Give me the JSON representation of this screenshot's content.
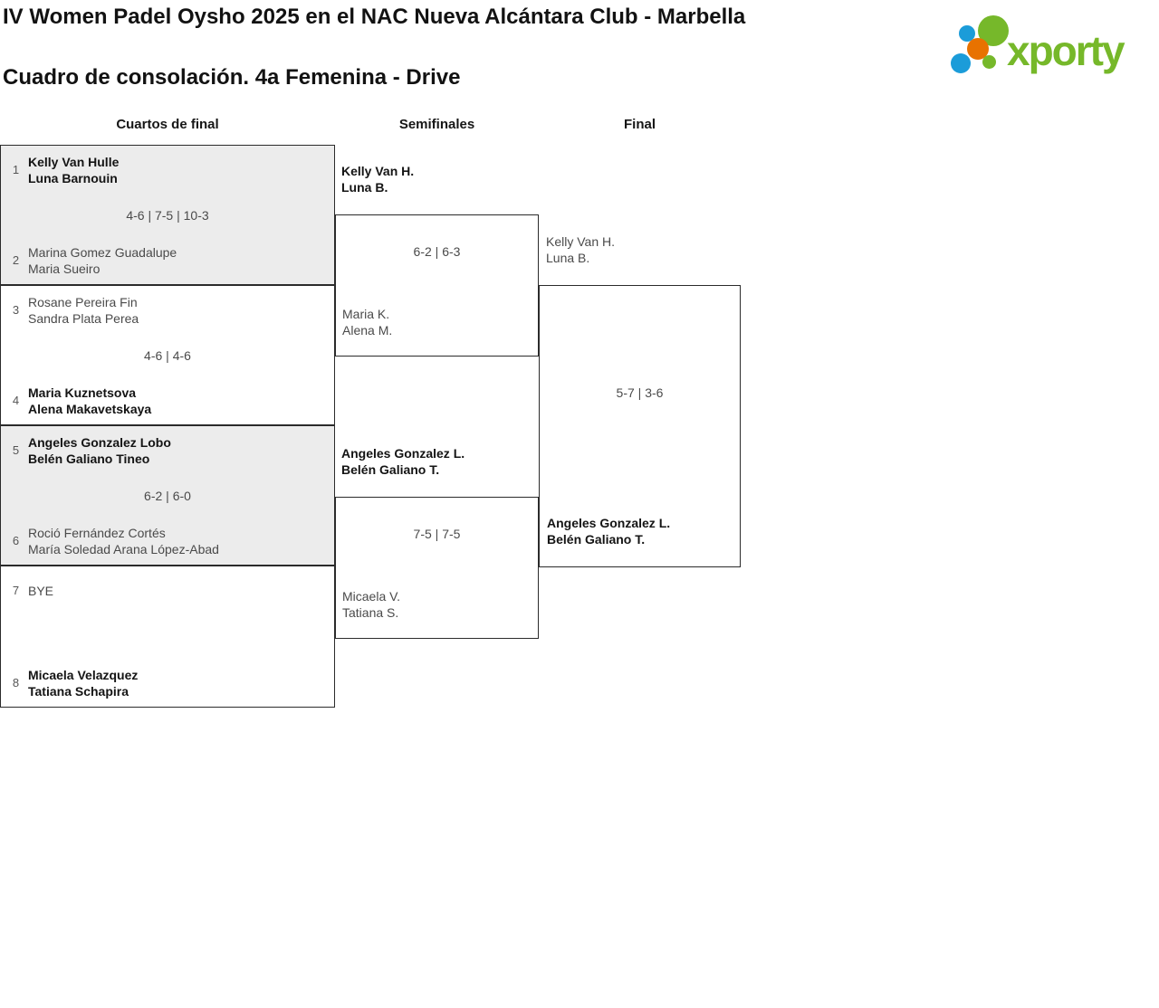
{
  "header": {
    "title": "IV Women Padel Oysho 2025 en el NAC Nueva Alcántara Club - Marbella",
    "subtitle": "Cuadro de consolación. 4a Femenina - Drive",
    "logo": {
      "text": "xporty",
      "brand_green": "#76b82a",
      "brand_blue": "#1b9cd9",
      "brand_orange": "#e87200"
    }
  },
  "rounds": {
    "quarterfinals": "Cuartos de final",
    "semifinals": "Semifinales",
    "final": "Final"
  },
  "bracket": {
    "quarterfinals": [
      {
        "seed_top": "1",
        "top": [
          "Kelly Van Hulle",
          "Luna Barnouin"
        ],
        "top_winner": true,
        "score": "4-6 | 7-5 | 10-3",
        "seed_bottom": "2",
        "bottom": [
          "Marina Gomez Guadalupe",
          "Maria Sueiro"
        ],
        "bottom_winner": false
      },
      {
        "seed_top": "3",
        "top": [
          "Rosane Pereira Fin",
          "Sandra Plata Perea"
        ],
        "top_winner": false,
        "score": "4-6 | 4-6",
        "seed_bottom": "4",
        "bottom": [
          "Maria Kuznetsova",
          "Alena Makavetskaya"
        ],
        "bottom_winner": true
      },
      {
        "seed_top": "5",
        "top": [
          "Angeles Gonzalez Lobo",
          "Belén Galiano Tineo"
        ],
        "top_winner": true,
        "score": "6-2 | 6-0",
        "seed_bottom": "6",
        "bottom": [
          "Roció Fernández Cortés",
          "María Soledad Arana López-Abad"
        ],
        "bottom_winner": false
      },
      {
        "seed_top": "7",
        "top": [
          "BYE"
        ],
        "top_winner": false,
        "score": "",
        "seed_bottom": "8",
        "bottom": [
          "Micaela Velazquez",
          "Tatiana Schapira"
        ],
        "bottom_winner": true
      }
    ],
    "semifinals": [
      {
        "top": [
          "Kelly Van H.",
          "Luna B."
        ],
        "top_winner": true,
        "score": "6-2 | 6-3",
        "bottom": [
          "Maria K.",
          "Alena M."
        ],
        "bottom_winner": false
      },
      {
        "top": [
          "Angeles Gonzalez L.",
          "Belén Galiano T."
        ],
        "top_winner": true,
        "score": "7-5 | 7-5",
        "bottom": [
          "Micaela V.",
          "Tatiana S."
        ],
        "bottom_winner": false
      }
    ],
    "final": {
      "top": [
        "Kelly Van H.",
        "Luna B."
      ],
      "top_winner": false,
      "score": "5-7 | 3-6",
      "bottom": [
        "Angeles Gonzalez L.",
        "Belén Galiano T."
      ],
      "bottom_winner": true
    }
  }
}
